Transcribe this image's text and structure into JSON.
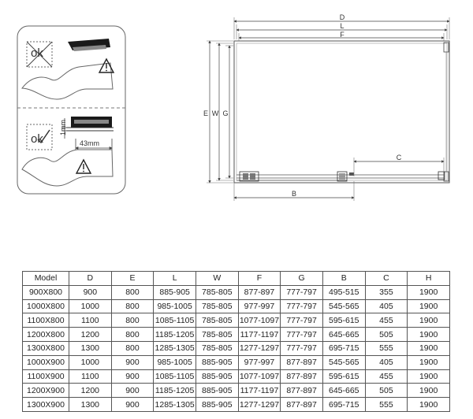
{
  "diagram": {
    "ok_label_top": "ok",
    "ok_label_bottom": "ok",
    "gap_label": "1mm",
    "overhang_label": "43mm",
    "warning_icon": "warning-triangle-icon",
    "dimension_labels": {
      "D": "D",
      "L": "L",
      "F": "F",
      "E": "E",
      "W": "W",
      "G": "G",
      "B": "B",
      "C": "C"
    }
  },
  "table": {
    "headers": [
      "Model",
      "D",
      "E",
      "L",
      "W",
      "F",
      "G",
      "B",
      "C",
      "H"
    ],
    "rows": [
      [
        "900X800",
        "900",
        "800",
        "885-905",
        "785-805",
        "877-897",
        "777-797",
        "495-515",
        "355",
        "1900"
      ],
      [
        "1000X800",
        "1000",
        "800",
        "985-1005",
        "785-805",
        "977-997",
        "777-797",
        "545-565",
        "405",
        "1900"
      ],
      [
        "1100X800",
        "1100",
        "800",
        "1085-1105",
        "785-805",
        "1077-1097",
        "777-797",
        "595-615",
        "455",
        "1900"
      ],
      [
        "1200X800",
        "1200",
        "800",
        "1185-1205",
        "785-805",
        "1177-1197",
        "777-797",
        "645-665",
        "505",
        "1900"
      ],
      [
        "1300X800",
        "1300",
        "800",
        "1285-1305",
        "785-805",
        "1277-1297",
        "777-797",
        "695-715",
        "555",
        "1900"
      ],
      [
        "1000X900",
        "1000",
        "900",
        "985-1005",
        "885-905",
        "977-997",
        "877-897",
        "545-565",
        "405",
        "1900"
      ],
      [
        "1100X900",
        "1100",
        "900",
        "1085-1105",
        "885-905",
        "1077-1097",
        "877-897",
        "595-615",
        "455",
        "1900"
      ],
      [
        "1200X900",
        "1200",
        "900",
        "1185-1205",
        "885-905",
        "1177-1197",
        "877-897",
        "645-665",
        "505",
        "1900"
      ],
      [
        "1300X900",
        "1300",
        "900",
        "1285-1305",
        "885-905",
        "1277-1297",
        "877-897",
        "695-715",
        "555",
        "1900"
      ]
    ]
  }
}
